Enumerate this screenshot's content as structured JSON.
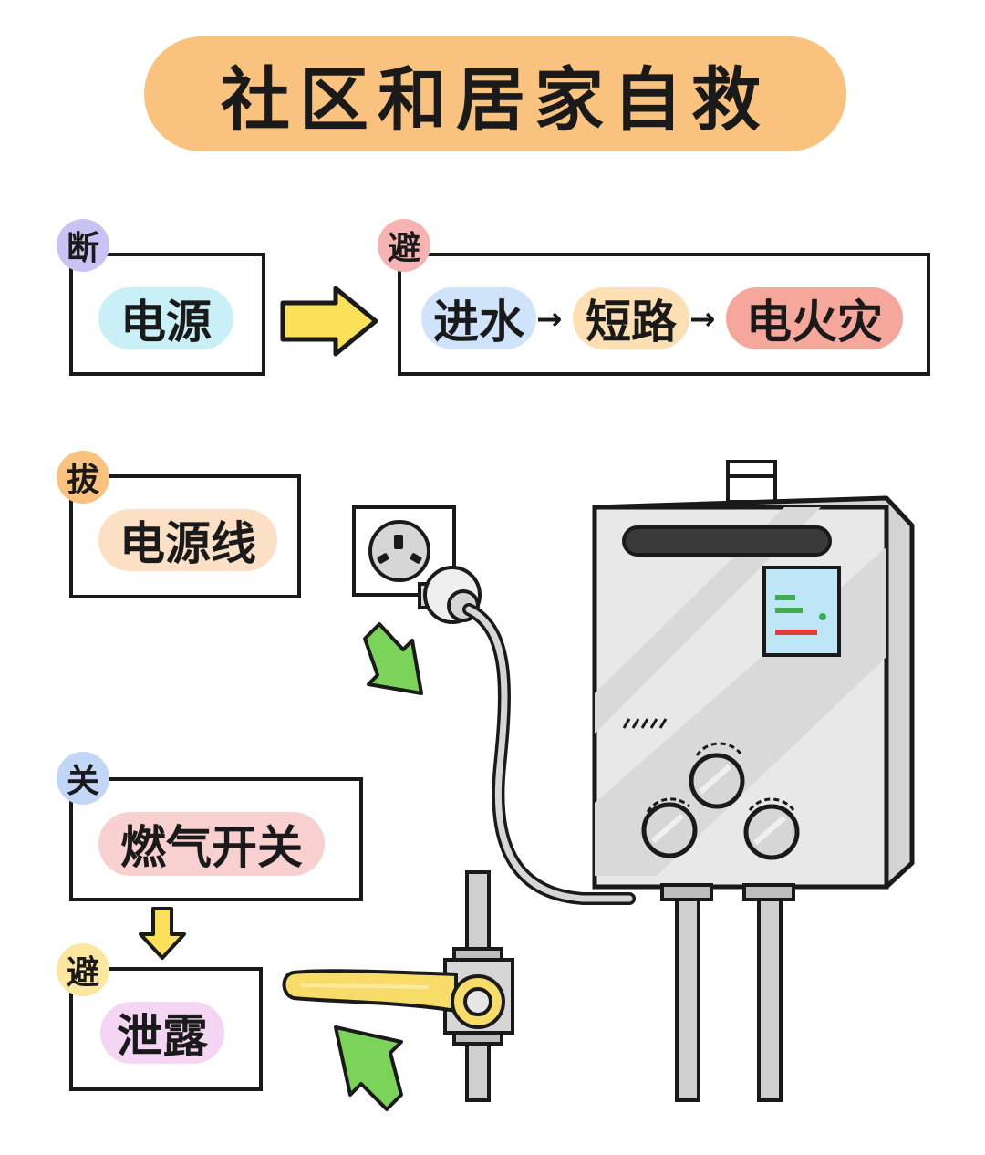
{
  "title": "社区和居家自救",
  "steps": {
    "power": {
      "tag": "断",
      "label": "电源"
    },
    "avoid_fire": {
      "tag": "避",
      "chain": [
        "进水",
        "短路",
        "电火灾"
      ],
      "separator": "→"
    },
    "unplug": {
      "tag": "拔",
      "label": "电源线"
    },
    "gas_switch": {
      "tag": "关",
      "label": "燃气开关"
    },
    "leak": {
      "tag": "避",
      "label": "泄露"
    }
  },
  "colors": {
    "title_bg": "#f9c27e",
    "tag_purple": "#c9c3f5",
    "tag_pink": "#f6b3b3",
    "tag_orange": "#f9c27e",
    "tag_blue": "#c2d6f7",
    "tag_yellow": "#fbe7a0",
    "chip_cyan": "#c8f0f6",
    "chip_blue": "#cfe3fb",
    "chip_orange": "#fce0b4",
    "chip_red": "#f6a79c",
    "chip_peach": "#fbe0c6",
    "chip_pink": "#f9d0d0",
    "chip_lavender": "#f4d6f4",
    "arrow_yellow": "#fbe15a",
    "arrow_green": "#7bd35a",
    "heater_body": "#e6e6e6",
    "knob_yellow": "#f7dc6a"
  }
}
